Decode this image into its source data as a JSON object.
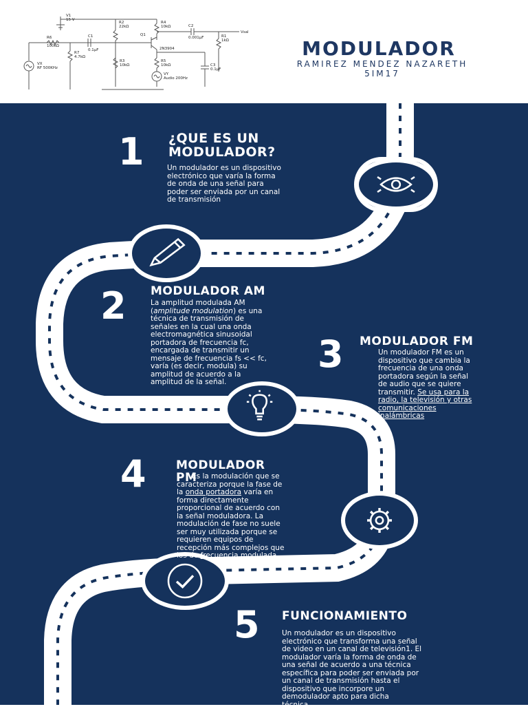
{
  "header": {
    "title": "MODULADOR",
    "author": "RAMIREZ MENDEZ NAZARETH",
    "group": "5IM17"
  },
  "circuit": {
    "labels": {
      "v1": "V1",
      "v1_val": "15 V",
      "r2": "R2",
      "r2_val": "22kΩ",
      "r4": "R4",
      "r4_val": "10kΩ",
      "c2": "C2",
      "c2_val": "0.001µF",
      "vsal": "Vsal",
      "q1": "Q1",
      "r1": "R1",
      "r1_val": "1kΩ",
      "r6": "R6",
      "r6_val": "100kΩ",
      "c1": "C1",
      "c1_val": "0.1µF",
      "q_model": "2N3904",
      "r7": "R7",
      "r7_val": "4.7kΩ",
      "vx": "VX",
      "vx_val": "RF 500KHz",
      "r3": "R3",
      "r3_val": "10kΩ",
      "r5": "R5",
      "r5_val": "10kΩ",
      "c3": "C3",
      "c3_val": "0.1µF",
      "vy": "VY",
      "vy_val": "Audio 200Hz"
    }
  },
  "sections": [
    {
      "number": "1",
      "heading_line1": "¿QUE ES UN",
      "heading_line2": "MODULADOR?",
      "lines": [
        "Un modulador es un dispositivo",
        "electrónico que varía la forma",
        "de onda de una señal para",
        "poder ser enviada por un canal",
        "de transmisión"
      ]
    },
    {
      "number": "2",
      "heading": "MODULADOR AM",
      "line1": "La amplitud modulada AM",
      "line2_open": "(",
      "line2_italic": "amplitude modulation",
      "line2_rest": ") es una",
      "lines": [
        "técnica de transmisión de",
        "señales en la cual una onda",
        "electromagnética sinusoidal",
        "portadora de frecuencia fc,",
        "encargada de transmitir un",
        "mensaje de frecuencia fs << fc,",
        "varía (es decir, modula) su",
        "amplitud de acuerdo a la",
        "amplitud de la señal."
      ]
    },
    {
      "number": "3",
      "heading": "MODULADOR FM",
      "lines": [
        "Un modulador FM es un",
        "dispositivo que cambia la",
        "frecuencia de una onda",
        "portadora según la señal",
        "de audio que se quiere"
      ],
      "line_last_plain": "transmitir. ",
      "line_last_link": "Se usa para la",
      "link_lines": [
        "radio, la televisión y otras",
        "comunicaciones",
        "inalámbricas"
      ]
    },
    {
      "number": "4",
      "heading_line1": "MODULADOR",
      "heading_line2": "PM",
      "line1": "Es la modulación que se",
      "line2": "caracteriza porque la fase de",
      "line3_plain": "la ",
      "line3_link": "onda portadora",
      "line3_rest": " varía en",
      "lines": [
        "forma directamente",
        "proporcional de acuerdo con",
        "la señal moduladora. La",
        "modulación de fase no suele",
        "ser muy utilizada porque se",
        "requieren equipos de",
        "recepción más complejos que"
      ],
      "line_last_plain": "los de ",
      "line_last_link": "frecuencia modulada",
      "line_last_rest": "."
    },
    {
      "number": "5",
      "heading": "FUNCIONAMIENTO",
      "lines": [
        "Un modulador es un dispositivo",
        "electrónico que transforma una señal",
        "de video en un canal de televisión1. El",
        "modulador varía la forma de onda de",
        "una señal de acuerdo a una técnica",
        "específica para poder ser enviada por",
        "un canal de transmisión hasta el",
        "dispositivo que incorpore un",
        "demodulador apto para dicha",
        "técnica."
      ]
    }
  ],
  "icons": [
    "eye-icon",
    "pencil-icon",
    "lightbulb-icon",
    "gear-icon",
    "checkmark-icon"
  ]
}
